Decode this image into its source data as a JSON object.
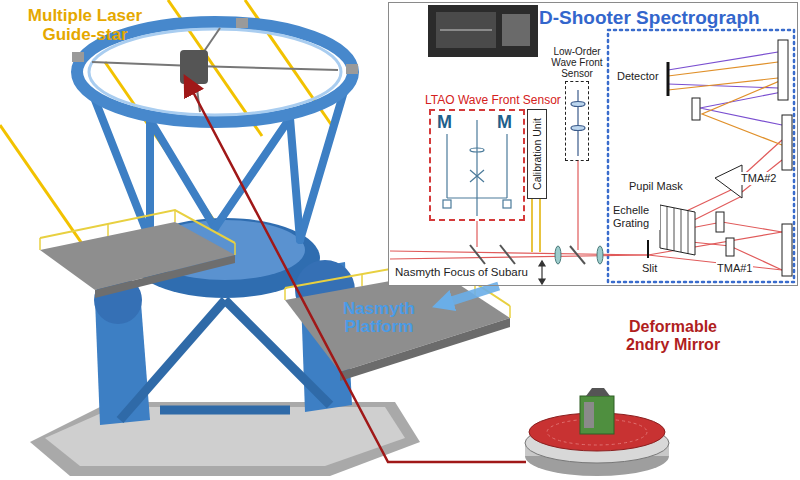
{
  "diagram": {
    "nodes": [
      {
        "text": [
          "D-Shooter Spectrograph"
        ]
      },
      {
        "text": [
          "LTAO Wave Front Sensor"
        ],
        "in": 0
      },
      {
        "text": [
          "Calibration Unit"
        ],
        "in": 0
      },
      {
        "text": [
          "Low-Order Wave Front Sensor"
        ],
        "in": 0
      },
      {
        "text": [
          "Nasmyth Platform"
        ]
      }
    ],
    "edges": [
      {
        "from": 0,
        "to": 4,
        "arrow": "to"
      }
    ],
    "labels": [
      "Multiple Laser Guide-star",
      "M",
      "M",
      "Detector",
      "TMA#2",
      "Pupil Mask",
      "Echelle Grating",
      "Slit",
      "TMA#1",
      "Nasmyth Focus of Subaru",
      "Deformable 2ndry Mirror"
    ]
  }
}
